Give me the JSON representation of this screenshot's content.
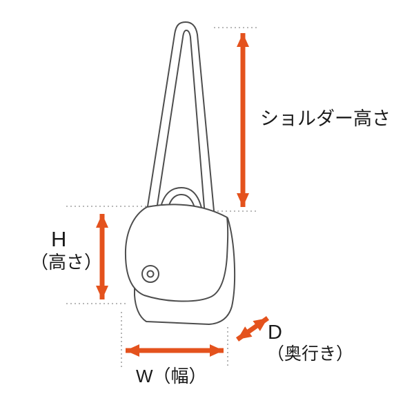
{
  "labels": {
    "shoulder_height": "ショルダー高さ",
    "height_letter": "H",
    "height_sub": "（高さ）",
    "width": "W（幅）",
    "depth_letter": "D",
    "depth_sub": "（奥行き）"
  },
  "colors": {
    "arrow": "#e4521d",
    "line_art": "#4d4d4d",
    "guide": "#8c8c8c",
    "background": "#ffffff"
  }
}
